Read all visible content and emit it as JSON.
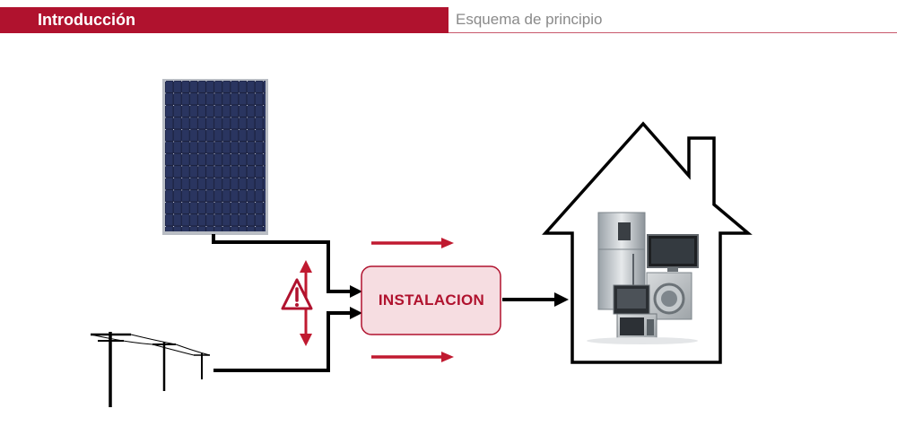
{
  "header": {
    "title": "Introducción",
    "subtitle": "Esquema de principio"
  },
  "diagram": {
    "installation_label": "INSTALACION",
    "nodes": [
      "solar-panel",
      "power-grid",
      "installation",
      "house-appliances"
    ],
    "colors": {
      "accent": "#b0122e",
      "box_fill": "#f6dde1",
      "line": "#000000"
    },
    "icons": [
      "warning-icon",
      "solar-panel-icon",
      "power-line-icon",
      "house-icon",
      "appliances-icon"
    ]
  }
}
